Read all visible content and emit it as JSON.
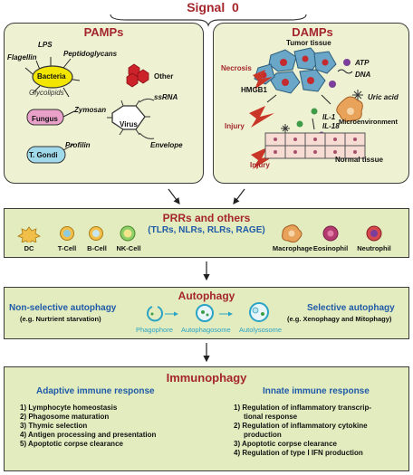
{
  "signal_title": "Signal  0",
  "pamps": {
    "title": "PAMPs",
    "bacteria": "Bacteria",
    "lps": "LPS",
    "flagellin": "Flagellin",
    "peptidoglycans": "Peptidoglycans",
    "glycolipids": "Glycolipids",
    "other": "Other",
    "fungus": "Fungus",
    "zymosan": "Zymosan",
    "virus": "Virus",
    "ssrna": "ssRNA",
    "envelope": "Envelope",
    "tgondi": "T. Gondi",
    "profilin": "Profilin"
  },
  "damps": {
    "title": "DAMPs",
    "tumor_tissue": "Tumor tissue",
    "necrosis": "Necrosis",
    "atp": "ATP",
    "dna": "DNA",
    "hmgb1": "HMGB1",
    "uric_acid": "Uric acid",
    "il1": "IL-1",
    "il18": "IL-18",
    "microenvironment": "Microenvironment",
    "injury1": "Injury",
    "injury2": "Injury",
    "normal_tissue": "Normal tissue"
  },
  "prrs": {
    "title": "PRRs and others",
    "subtitle": "(TLRs, NLRs, RLRs, RAGE)",
    "cells": [
      "DC",
      "T-Cell",
      "B-Cell",
      "NK-Cell",
      "Macrophage",
      "Eosinophil",
      "Neutrophil"
    ]
  },
  "autophagy": {
    "title": "Autophagy",
    "nonselective": "Non-selective autophagy",
    "nonselective_eg": "(e.g. Nurtrient starvation)",
    "selective": "Selective autophagy",
    "selective_eg": "(e.g. Xenophagy and Mitophagy)",
    "stage1": "Phagophore",
    "stage2": "Autophagosome",
    "stage3": "Autolysosome"
  },
  "immunophagy": {
    "title": "Immunophagy",
    "adaptive_title": "Adaptive immune response",
    "adaptive_items": [
      "1) Lymphocyte homeostasis",
      "2) Phagosome maturation",
      "3) Thymic selection",
      "4) Antigen processing and presentation",
      "5) Apoptotic corpse clearance"
    ],
    "innate_title": "Innate immune response",
    "innate_items": [
      "1) Regulation of inflammatory transcrip-",
      "tional response",
      "2) Regulation of inflammatory cytokine",
      "production",
      "3) Apoptotic corpse clearance",
      "4) Regulation of type Ⅰ IFN production"
    ]
  },
  "colors": {
    "title_red": "#a4262c",
    "blue": "#1f5aa8",
    "panel_green": "#eef2d2",
    "bacteria_yellow": "#f2e600",
    "fungus_pink": "#e9a0c9",
    "tgondi_cyan": "#9fd9ea"
  }
}
